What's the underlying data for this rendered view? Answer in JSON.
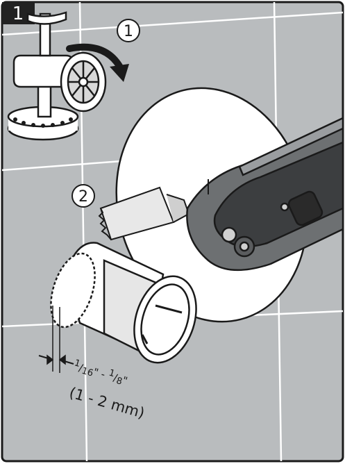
{
  "step": {
    "number": "1"
  },
  "callouts": [
    {
      "label": "1"
    },
    {
      "label": "2"
    }
  ],
  "measurement": {
    "fraction_a_num": "1",
    "fraction_a_den": "16",
    "fraction_b_num": "1",
    "fraction_b_den": "8",
    "separator": "-",
    "metric": "(1 - 2 mm)"
  },
  "colors": {
    "wall": "#b9bcbe",
    "grout": "#ffffff",
    "tool_dark": "#3c3e40",
    "tool_mid": "#6d7072",
    "outline": "#1a1a1a",
    "step_badge": "#222222"
  },
  "icons": {
    "rotate_arrow": "curved-arrow-icon",
    "valve": "shutoff-valve-icon",
    "saw": "oscillating-tool-icon"
  }
}
